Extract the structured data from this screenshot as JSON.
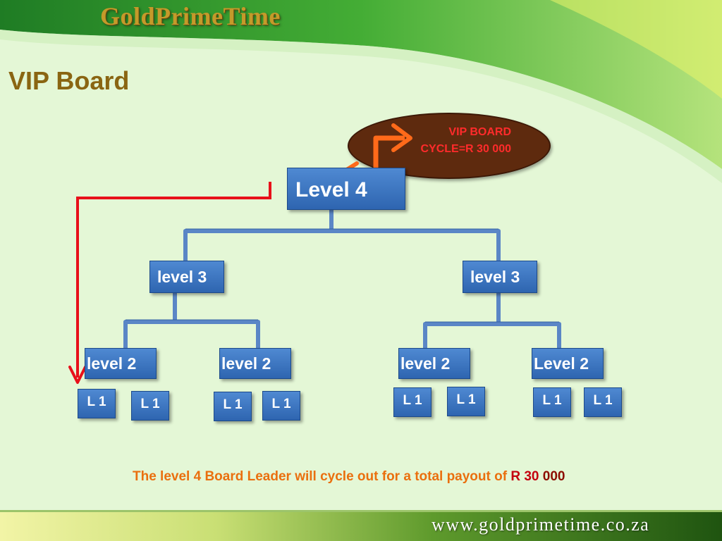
{
  "header": {
    "logo_text": "GoldPrimeTime"
  },
  "slide": {
    "title": "VIP Board",
    "oval": {
      "line1": "VIP BOARD",
      "line2": "CYCLE=R 30 000"
    },
    "footer": {
      "text": "The level 4 Board Leader will cycle out for a total payout of ",
      "currency": "R",
      "amount_a": "30",
      "amount_b": "000"
    },
    "url": "www.goldprimetime.co.za"
  },
  "diagram": {
    "level4": "Level 4",
    "level3": [
      "level 3",
      "level 3"
    ],
    "level2": [
      "level 2",
      "level 2",
      "level 2",
      "Level 2"
    ],
    "level1": [
      "L 1",
      "L 1",
      "L 1",
      "L 1",
      "L 1",
      "L 1",
      "L 1",
      "L 1"
    ]
  },
  "colors": {
    "title": "#8a6512",
    "box_fill": "#3a73c0",
    "connector": "#5a86c6",
    "oval_fill": "#5e2a0e",
    "oval_text": "#ff2b2b",
    "orange_arrow": "#ff6a1a",
    "red_arrow": "#e8101a",
    "footer_text": "#ea6f0e",
    "footer_bar": "#2e6a12"
  }
}
